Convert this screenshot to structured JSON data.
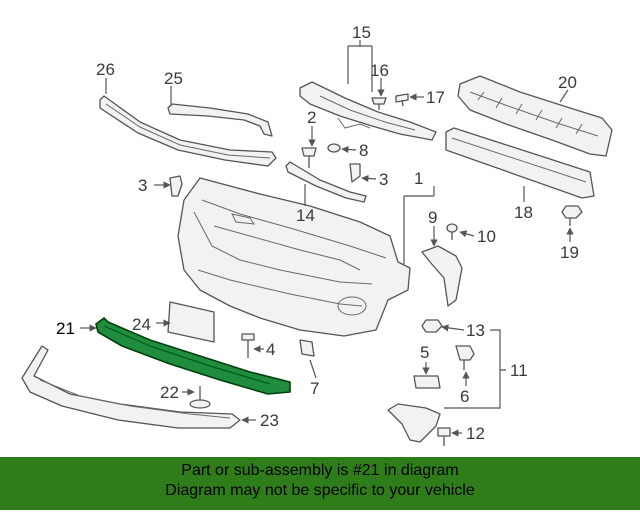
{
  "diagram": {
    "highlight_color": "#005c16",
    "parts": [
      {
        "id": "1",
        "label": "1"
      },
      {
        "id": "2",
        "label": "2"
      },
      {
        "id": "3a",
        "label": "3"
      },
      {
        "id": "3b",
        "label": "3"
      },
      {
        "id": "4",
        "label": "4"
      },
      {
        "id": "5",
        "label": "5"
      },
      {
        "id": "6",
        "label": "6"
      },
      {
        "id": "7",
        "label": "7"
      },
      {
        "id": "8",
        "label": "8"
      },
      {
        "id": "9",
        "label": "9"
      },
      {
        "id": "10",
        "label": "10"
      },
      {
        "id": "11",
        "label": "11"
      },
      {
        "id": "12",
        "label": "12"
      },
      {
        "id": "13",
        "label": "13"
      },
      {
        "id": "14",
        "label": "14"
      },
      {
        "id": "15",
        "label": "15"
      },
      {
        "id": "16",
        "label": "16"
      },
      {
        "id": "17",
        "label": "17"
      },
      {
        "id": "18",
        "label": "18"
      },
      {
        "id": "19",
        "label": "19"
      },
      {
        "id": "20",
        "label": "20"
      },
      {
        "id": "21",
        "label": "21"
      },
      {
        "id": "22",
        "label": "22"
      },
      {
        "id": "23",
        "label": "23"
      },
      {
        "id": "24",
        "label": "24"
      },
      {
        "id": "25",
        "label": "25"
      },
      {
        "id": "26",
        "label": "26"
      }
    ]
  },
  "banner": {
    "line1": "Part or sub-assembly is #21 in diagram",
    "line2": "Diagram may not be specific to your vehicle",
    "background_color": "#2f7d1a"
  }
}
